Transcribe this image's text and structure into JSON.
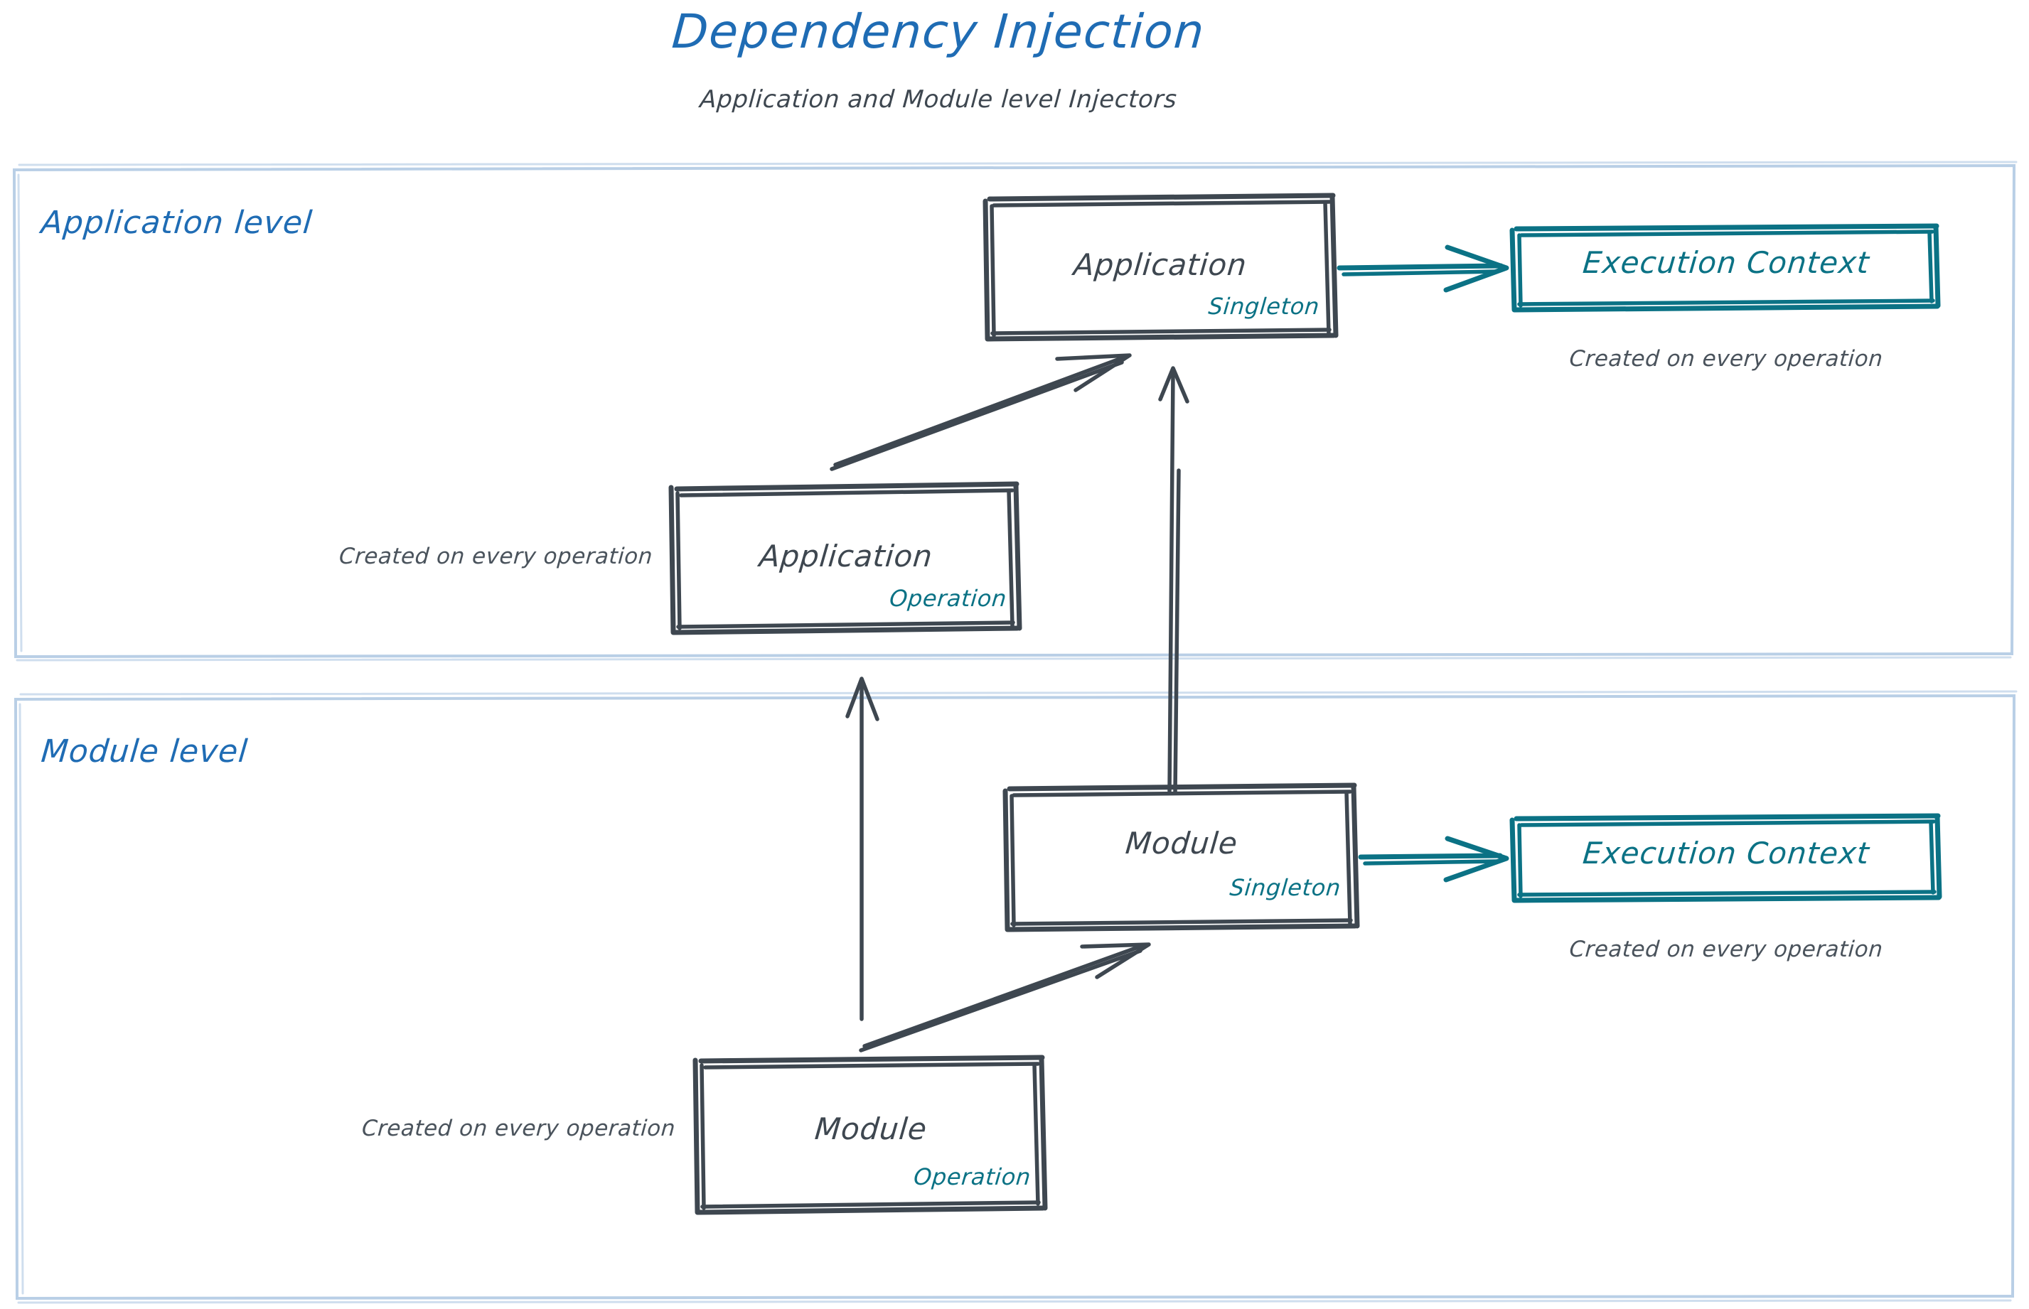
{
  "header": {
    "title": "Dependency Injection",
    "subtitle": "Application and Module level Injectors"
  },
  "colors": {
    "title_blue": "#1f6cb4",
    "container_border": "#b9cfe6",
    "sketch_dark": "#3e4750",
    "teal": "#0b7285",
    "caption_gray": "#4a535c",
    "background": "#ffffff"
  },
  "sections": [
    {
      "id": "application-level",
      "label": "Application level",
      "nodes": [
        {
          "id": "application-singleton",
          "title": "Application",
          "scope": "Singleton",
          "style": "dark-sketch-box"
        },
        {
          "id": "application-execution-context",
          "title": "Execution Context",
          "style": "teal-sketch-box",
          "caption": "Created on every operation"
        },
        {
          "id": "application-operation",
          "title": "Application",
          "scope": "Operation",
          "style": "dark-sketch-box",
          "caption": "Created on every operation"
        }
      ],
      "edges": [
        {
          "id": "edge-app-singleton-to-exec-context",
          "from": "application-singleton",
          "to": "application-execution-context",
          "color": "teal",
          "kind": "arrow-right"
        },
        {
          "id": "edge-app-operation-to-app-singleton",
          "from": "application-operation",
          "to": "application-singleton",
          "color": "dark",
          "kind": "arrow-diagonal-up-right"
        }
      ]
    },
    {
      "id": "module-level",
      "label": "Module level",
      "nodes": [
        {
          "id": "module-singleton",
          "title": "Module",
          "scope": "Singleton",
          "style": "dark-sketch-box"
        },
        {
          "id": "module-execution-context",
          "title": "Execution Context",
          "style": "teal-sketch-box",
          "caption": "Created on every operation"
        },
        {
          "id": "module-operation",
          "title": "Module",
          "scope": "Operation",
          "style": "dark-sketch-box",
          "caption": "Created on every operation"
        }
      ],
      "edges": [
        {
          "id": "edge-module-singleton-to-exec-context",
          "from": "module-singleton",
          "to": "module-execution-context",
          "color": "teal",
          "kind": "arrow-right"
        },
        {
          "id": "edge-module-operation-to-module-singleton",
          "from": "module-operation",
          "to": "module-singleton",
          "color": "dark",
          "kind": "arrow-diagonal-up-right"
        }
      ]
    }
  ],
  "cross_level_edges": [
    {
      "id": "edge-module-singleton-to-application-singleton",
      "from": "module-singleton",
      "to": "application-singleton",
      "color": "dark",
      "kind": "arrow-vertical-up"
    },
    {
      "id": "edge-module-operation-to-application-operation",
      "from": "module-operation",
      "to": "application-operation",
      "color": "dark",
      "kind": "arrow-vertical-up"
    }
  ],
  "labels": {
    "app_singleton_title": "Application",
    "app_singleton_scope": "Singleton",
    "app_exec_context_title": "Execution Context",
    "app_exec_context_caption": "Created on every operation",
    "app_operation_title": "Application",
    "app_operation_scope": "Operation",
    "app_operation_caption": "Created on every operation",
    "module_singleton_title": "Module",
    "module_singleton_scope": "Singleton",
    "module_exec_context_title": "Execution Context",
    "module_exec_context_caption": "Created on every operation",
    "module_operation_title": "Module",
    "module_operation_scope": "Operation",
    "module_operation_caption": "Created on every operation",
    "application_level": "Application level",
    "module_level": "Module level"
  }
}
